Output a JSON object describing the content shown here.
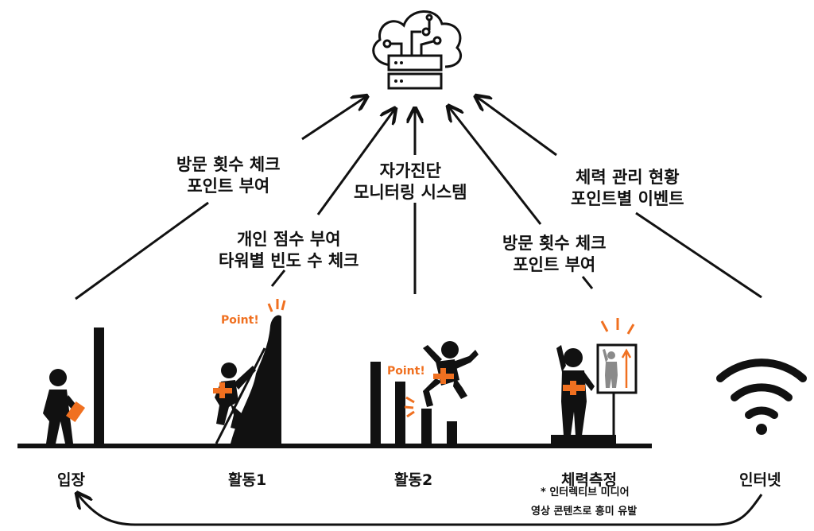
{
  "top_labels": {
    "entrance_arrow": [
      "방문 횟수 체크",
      "포인트 부여"
    ],
    "activity1_arrow": [
      "개인 점수 부여",
      "타워별 빈도 수 체크"
    ],
    "activity2_arrow": [
      "자가진단",
      "모니터링 시스템"
    ],
    "fitness_arrow": [
      "방문 횟수 체크",
      "포인트 부여"
    ],
    "internet_arrow": [
      "체력 관리 현황",
      "포인트별 이벤트"
    ]
  },
  "stages": [
    "입장",
    "활동1",
    "활동2",
    "체력측정",
    "인터넷"
  ],
  "fitness_notes": [
    "* 인터렉티브 미디어",
    "영상 콘텐츠로 흥미 유발"
  ],
  "point_text": "Point!",
  "colors": {
    "accent": "#f07020",
    "ink": "#111111",
    "screen_figure": "#8a8a8a"
  },
  "icons": [
    "cloud-server-icon",
    "wifi-icon"
  ]
}
